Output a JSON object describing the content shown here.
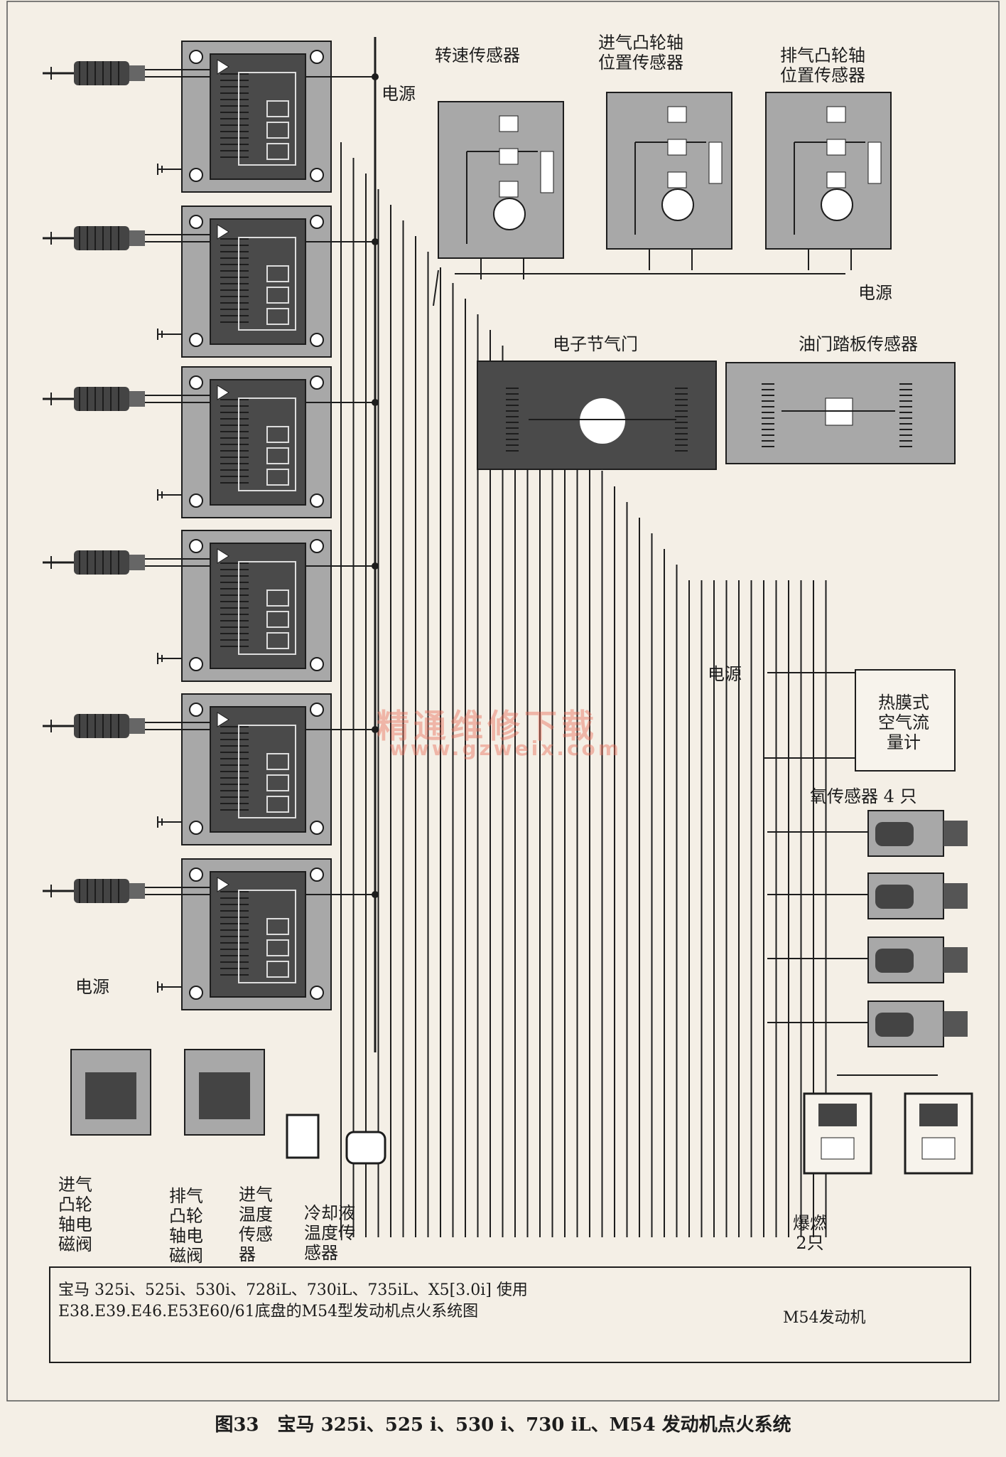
{
  "labels": {
    "power_top": "电源",
    "speed_sensor": "转速传感器",
    "intake_cam_sensor": "进气凸轮轴\n位置传感器",
    "exhaust_cam_sensor": "排气凸轮轴\n位置传感器",
    "power_sensors": "电源",
    "electronic_throttle": "电子节气门",
    "pedal_sensor": "油门踏板传感器",
    "power_maf": "电源",
    "maf": "热膜式\n空气流\n量计",
    "o2_sensors": "氧传感器 4 只",
    "power_left": "电源",
    "intake_cam_valve": "进气\n凸轮\n轴电\n磁阀",
    "exhaust_cam_valve": "排气\n凸轮\n轴电\n磁阀",
    "intake_temp": "进气\n温度\n传感\n器",
    "coolant_temp": "冷却液\n温度传\n感器",
    "knock": "爆燃\n2只"
  },
  "footer": {
    "line1": "宝马 325i、525i、530i、728iL、730iL、735iL、X5[3.0i] 使用",
    "line2": "E38.E39.E46.E53E60/61底盘的M54型发动机点火系统图",
    "engine": "M54发动机"
  },
  "watermark": {
    "text": "精通维修下载",
    "url": "www.gzweix.com"
  },
  "caption": "图33　宝马 325i、525 i、530 i、730 iL、M54 发动机点火系统",
  "colors": {
    "paper": "#f4efe6",
    "ink": "#1d1d1d",
    "module_dark": "#4a4a4a",
    "module_gray": "#a8a8a8",
    "watermark": "#e86e5a"
  }
}
